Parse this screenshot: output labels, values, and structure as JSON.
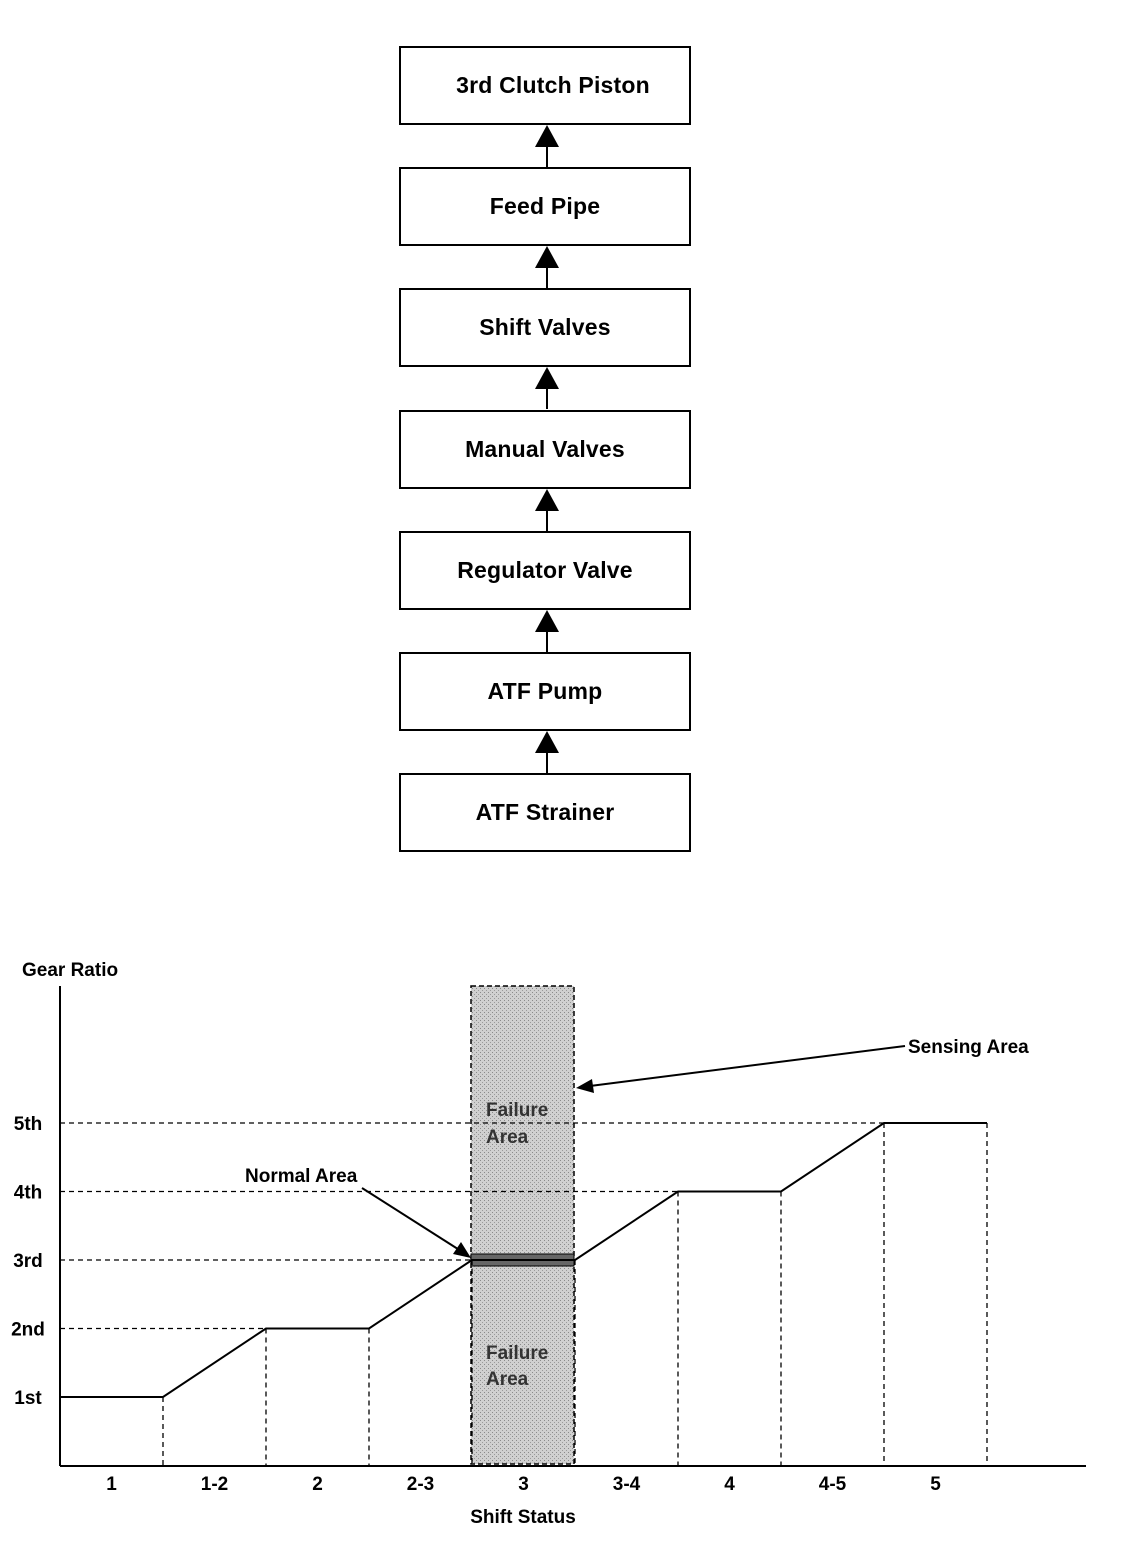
{
  "flowchart": {
    "boxes": [
      {
        "label": "3rd Clutch Piston"
      },
      {
        "label": "Feed Pipe"
      },
      {
        "label": "Shift Valves"
      },
      {
        "label": "Manual Valves"
      },
      {
        "label": "Regulator Valve"
      },
      {
        "label": "ATF Pump"
      },
      {
        "label": "ATF Strainer"
      }
    ]
  },
  "chart_data": {
    "type": "line",
    "ylabel": "Gear Ratio",
    "xlabel": "Shift Status",
    "y_ticks": [
      "1st",
      "2nd",
      "3rd",
      "4th",
      "5th"
    ],
    "x_ticks": [
      "1",
      "1-2",
      "2",
      "2-3",
      "3",
      "3-4",
      "4",
      "4-5",
      "5"
    ],
    "series": [
      {
        "x": [
          "1",
          "1-2",
          "2",
          "2-3",
          "3",
          "3-4",
          "4",
          "4-5",
          "5"
        ],
        "values": [
          "1st",
          "1st→2nd",
          "2nd",
          "2nd→3rd",
          "3rd",
          "3rd→4th",
          "4th",
          "4th→5th",
          "5th"
        ]
      }
    ],
    "annotations": {
      "sensing_area": "Sensing Area",
      "normal_area": "Normal Area",
      "failure_upper": [
        "Failure",
        "Area"
      ],
      "failure_lower": [
        "Failure",
        "Area"
      ]
    },
    "colors": {
      "line": "#000000",
      "sensing_fill": "#c8c8c8",
      "normal_fill": "#555555"
    }
  }
}
